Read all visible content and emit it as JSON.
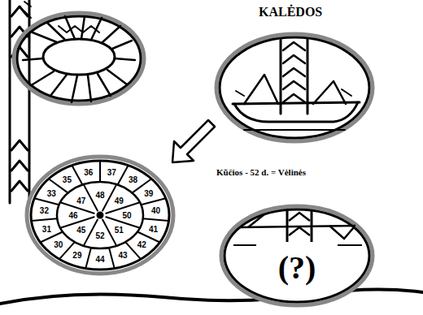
{
  "diagram": {
    "title": "KALĖDOS",
    "nodes": [
      {
        "text": [
          "(?)"
        ]
      }
    ],
    "labels": [
      "Kūčios - 52 d. = Vėlinės",
      "35",
      "36",
      "37",
      "38",
      "39",
      "40",
      "41",
      "42",
      "43",
      "44",
      "29",
      "30",
      "31",
      "32",
      "33",
      "47",
      "48",
      "49",
      "50",
      "51",
      "52",
      "45",
      "46"
    ]
  }
}
